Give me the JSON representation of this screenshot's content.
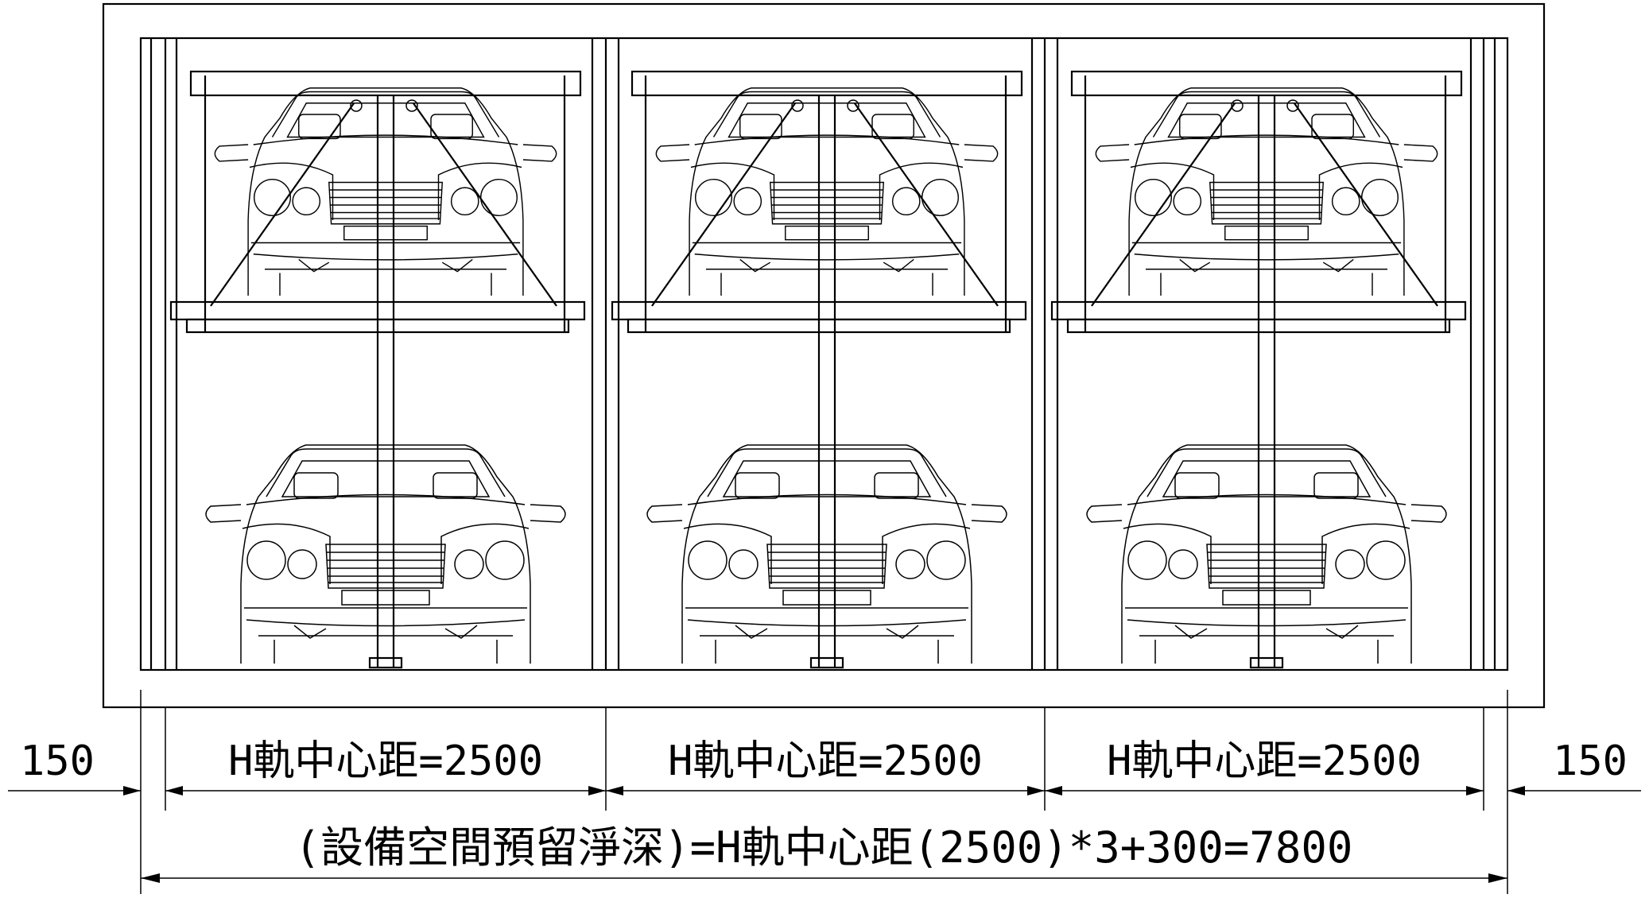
{
  "bays": [
    {
      "label": "H軌中心距=2500"
    },
    {
      "label": "H軌中心距=2500"
    },
    {
      "label": "H軌中心距=2500"
    }
  ],
  "side_left": "150",
  "side_right": "150",
  "total_label": "(設備空間預留淨深)=H軌中心距(2500)*3+300=7800",
  "vehicles_per_bay": 2
}
